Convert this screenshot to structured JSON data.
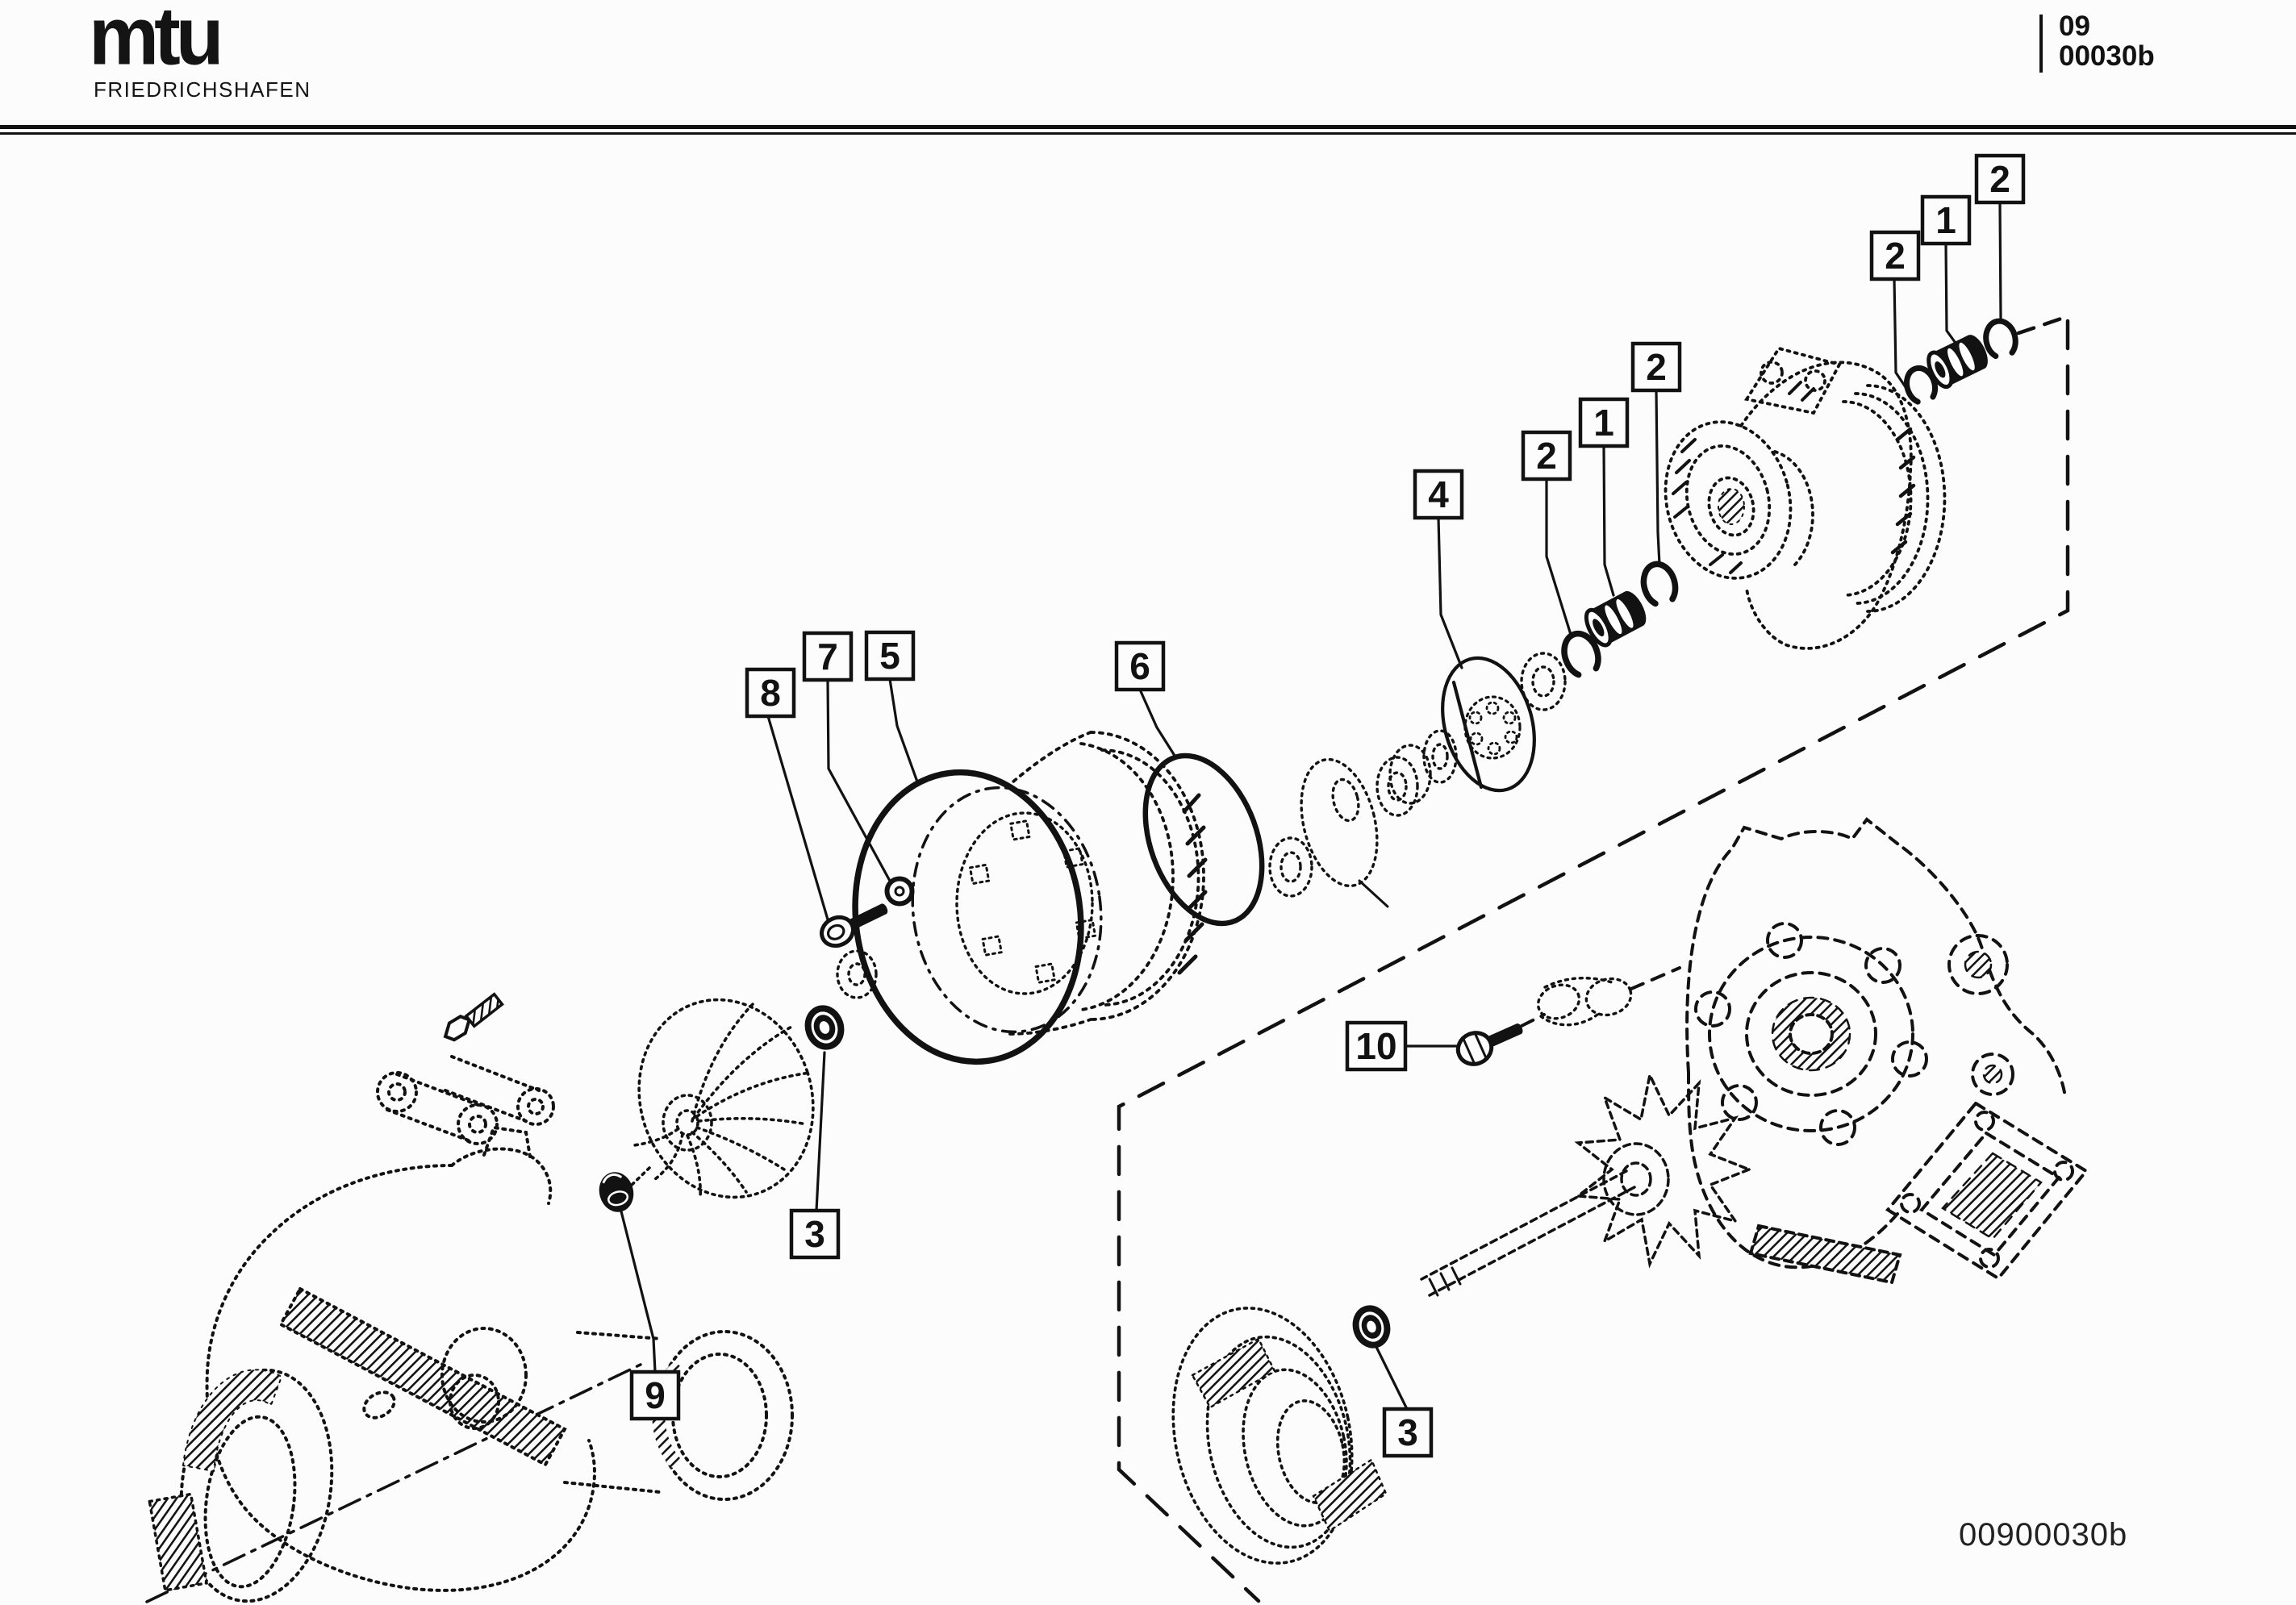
{
  "page": {
    "background": "#fcfcfc",
    "ink": "#121212"
  },
  "header": {
    "logo_text": "mtu",
    "logo_subtext": "FRIEDRICHSHAFEN",
    "doc_section": "09",
    "doc_code": "00030b"
  },
  "footer": {
    "drawing_number": "00900030b"
  },
  "diagram": {
    "callouts": [
      {
        "id": "callout-2-top-left",
        "label": "2"
      },
      {
        "id": "callout-1-top",
        "label": "1"
      },
      {
        "id": "callout-2-top-right",
        "label": "2"
      },
      {
        "id": "callout-2-mid-left",
        "label": "2"
      },
      {
        "id": "callout-1-mid",
        "label": "1"
      },
      {
        "id": "callout-2-mid-right",
        "label": "2"
      },
      {
        "id": "callout-4",
        "label": "4"
      },
      {
        "id": "callout-6",
        "label": "6"
      },
      {
        "id": "callout-8",
        "label": "8"
      },
      {
        "id": "callout-7",
        "label": "7"
      },
      {
        "id": "callout-5",
        "label": "5"
      },
      {
        "id": "callout-9",
        "label": "9"
      },
      {
        "id": "callout-3-left",
        "label": "3"
      },
      {
        "id": "callout-10",
        "label": "10"
      },
      {
        "id": "callout-3-right",
        "label": "3"
      }
    ]
  }
}
